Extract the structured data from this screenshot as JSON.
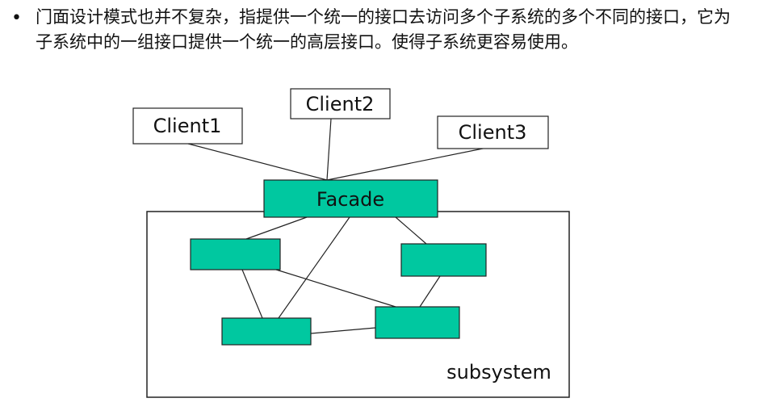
{
  "bullet": {
    "symbol": "•",
    "text": "门面设计模式也并不复杂，指提供一个统一的接口去访问多个子系统的多个不同的接口，它为子系统中的一组接口提供一个统一的高层接口。使得子系统更容易使用。"
  },
  "diagram": {
    "clients": [
      "Client1",
      "Client2",
      "Client3"
    ],
    "facade_label": "Facade",
    "subsystem_label": "subsystem",
    "colors": {
      "component_fill": "#00c8a0",
      "stroke": "#222222",
      "box_fill": "#ffffff"
    }
  }
}
